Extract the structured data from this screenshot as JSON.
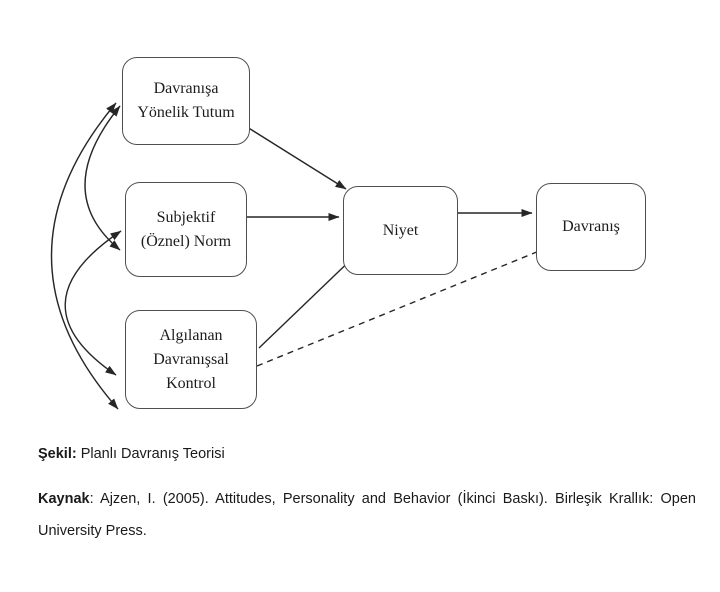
{
  "diagram": {
    "name": "Planlı Davranış Teorisi (Theory of Planned Behavior)",
    "nodes": {
      "tutum": {
        "label": "Davranışa\nYönelik Tutum"
      },
      "norm": {
        "label": "Subjektif\n(Öznel) Norm"
      },
      "kontrol": {
        "label": "Algılanan\nDavranışsal\nKontrol"
      },
      "niyet": {
        "label": "Niyet"
      },
      "davranis": {
        "label": "Davranış"
      }
    },
    "edges": [
      {
        "from": "tutum",
        "to": "niyet",
        "style": "solid-arrow"
      },
      {
        "from": "norm",
        "to": "niyet",
        "style": "solid-arrow"
      },
      {
        "from": "kontrol",
        "to": "niyet",
        "style": "solid-arrow"
      },
      {
        "from": "niyet",
        "to": "davranis",
        "style": "solid-arrow"
      },
      {
        "from": "kontrol",
        "to": "davranis",
        "style": "dashed-arrow"
      },
      {
        "from": "tutum",
        "to": "norm",
        "style": "curved-double-arrow"
      },
      {
        "from": "norm",
        "to": "kontrol",
        "style": "curved-double-arrow"
      },
      {
        "from": "tutum",
        "to": "kontrol",
        "style": "curved-double-arrow"
      }
    ]
  },
  "caption": {
    "label": "Şekil:",
    "text": " Planlı Davranış Teorisi"
  },
  "source": {
    "label": "Kaynak",
    "text": ": Ajzen, I. (2005). Attitudes, Personality and Behavior (İkinci Baskı). Birleşik Krallık: Open University Press."
  },
  "colors": {
    "background": "#ffffff",
    "line": "#262626",
    "box_border": "#4f4f4f",
    "text": "#1a1a1a"
  }
}
